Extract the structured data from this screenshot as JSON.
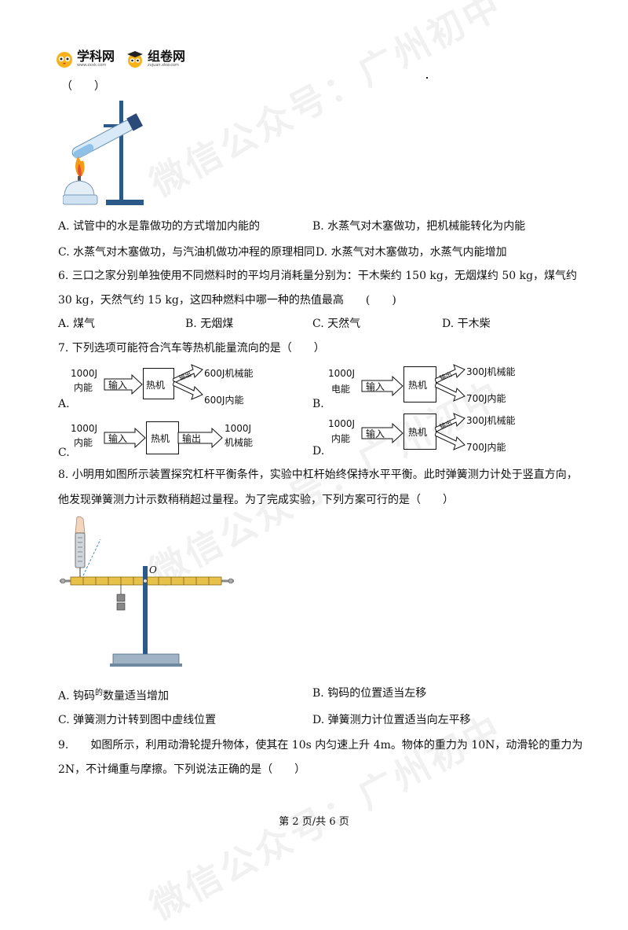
{
  "header": {
    "logo1": {
      "name": "学科网",
      "sub": "www.zxxk.com"
    },
    "logo2": {
      "name": "组卷网",
      "sub": "zujuan.xkw.com"
    }
  },
  "watermark": {
    "text": "微信公众号：广州初中"
  },
  "q5": {
    "stem": "（　　）",
    "options": {
      "A": "A. 试管中的水是靠做功的方式增加内能的",
      "B": "B. 水蒸气对木塞做功，把机械能转化为内能",
      "C": "C. 水蒸气对木塞做功，与汽油机做功冲程的原理相同",
      "D": "D. 水蒸气对木塞做功，水蒸气内能增加"
    }
  },
  "q6": {
    "line1": "6. 三口之家分别单独使用不同燃料时的平均月消耗量分别为：干木柴约 150 kg，无烟煤约 50 kg，煤气约",
    "line2": "30 kg，天然气约 15 kg，这四种燃料中哪一种的热值最高　　(　　)",
    "options": {
      "A": "A. 煤气",
      "B": "B. 无烟煤",
      "C": "C. 天然气",
      "D": "D. 干木柴"
    }
  },
  "q7": {
    "stem": "7. 下列选项可能符合汽车等热机能量流向的是（　　）",
    "A": {
      "letter": "A.",
      "in1": "1000J",
      "in2": "内能",
      "input": "输入",
      "box": "热机",
      "out": "输出",
      "out1": "600J机械能",
      "out2": "600J内能"
    },
    "B": {
      "letter": "B.",
      "in1": "1000J",
      "in2": "电能",
      "input": "输入",
      "box": "热机",
      "out": "输出",
      "out1": "300J机械能",
      "out2": "700J内能"
    },
    "C": {
      "letter": "C.",
      "in1": "1000J",
      "in2": "内能",
      "input": "输入",
      "box": "热机",
      "out": "输出",
      "out1": "1000J",
      "out2": "机械能"
    },
    "D": {
      "letter": "D.",
      "in1": "1000J",
      "in2": "内能",
      "input": "输入",
      "box": "热机",
      "out": "输出",
      "out1": "300J机械能",
      "out2": "700J内能"
    }
  },
  "q8": {
    "line1": "8. 小明用如图所示装置探究杠杆平衡条件，实验中杠杆始终保持水平平衡。此时弹簧测力计处于竖直方向，",
    "line2": "他发现弹簧测力计示数稍稍超过量程。为了完成实验，下列方案可行的是（　　）",
    "fig_label": "O",
    "options": {
      "A_pre": "A. 钩码",
      "A_sup": "的",
      "A_post": "数量适当增加",
      "B": "B. 钩码的位置适当左移",
      "C": "C. 弹簧测力计转到图中虚线位置",
      "D": "D. 弹簧测力计位置适当向左平移"
    }
  },
  "q9": {
    "line1": "9.　　如图所示，利用动滑轮提升物体，使其在 10s 内匀速上升 4m。物体的重力为 10N，动滑轮的重力为",
    "line2": "2N，不计绳重与摩擦。下列说法正确的是（　　）"
  },
  "footer": {
    "page": "第 2 页/共 6 页"
  }
}
